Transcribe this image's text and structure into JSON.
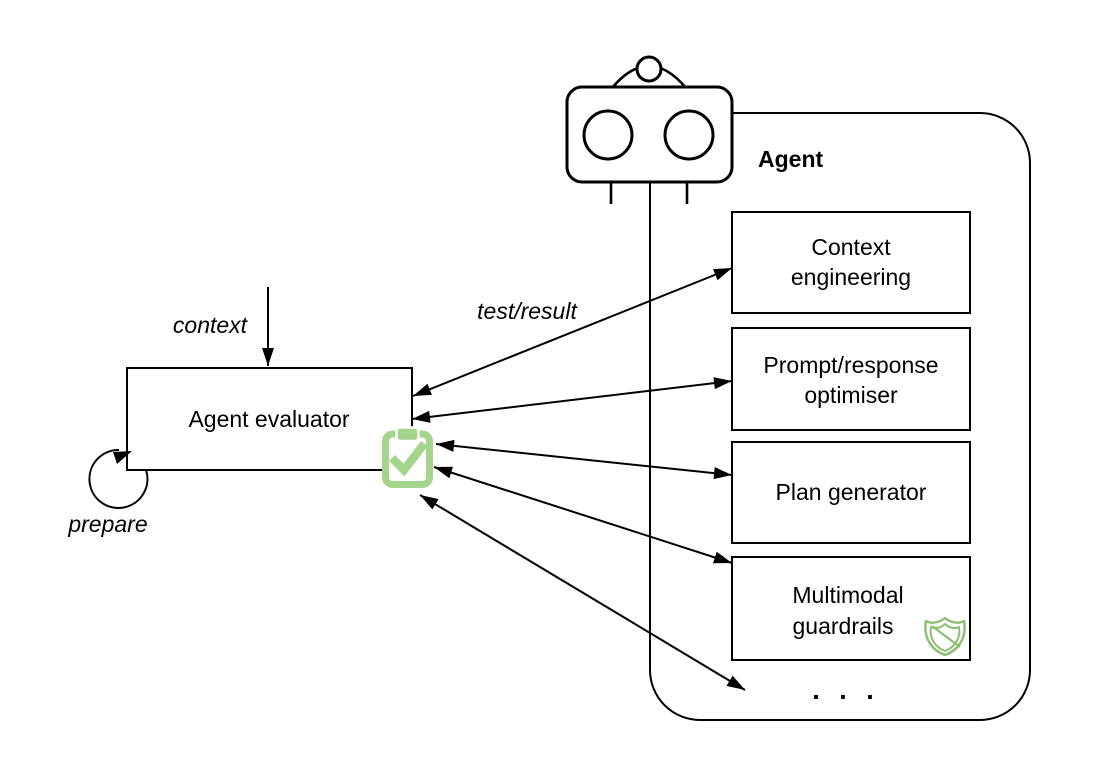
{
  "diagram": {
    "agent": {
      "label": "Agent"
    },
    "modules": [
      {
        "line1": "Context",
        "line2": "engineering"
      },
      {
        "line1": "Prompt/response",
        "line2": "optimiser"
      },
      {
        "line1": "Plan generator"
      },
      {
        "line1": "Multimodal",
        "line2": "guardrails"
      }
    ],
    "ellipsis": ". . .",
    "evaluator": {
      "label": "Agent evaluator"
    },
    "labels": {
      "context": "context",
      "prepare": "prepare",
      "test_result": "test/result"
    },
    "icons": {
      "robot": "robot-icon",
      "clipboard": "clipboard-check-icon",
      "shield": "shield-icon"
    },
    "colors": {
      "line": "#000000",
      "background": "#ffffff",
      "clipboard_green": "#a5d48d",
      "shield_green": "#8abf70"
    }
  }
}
